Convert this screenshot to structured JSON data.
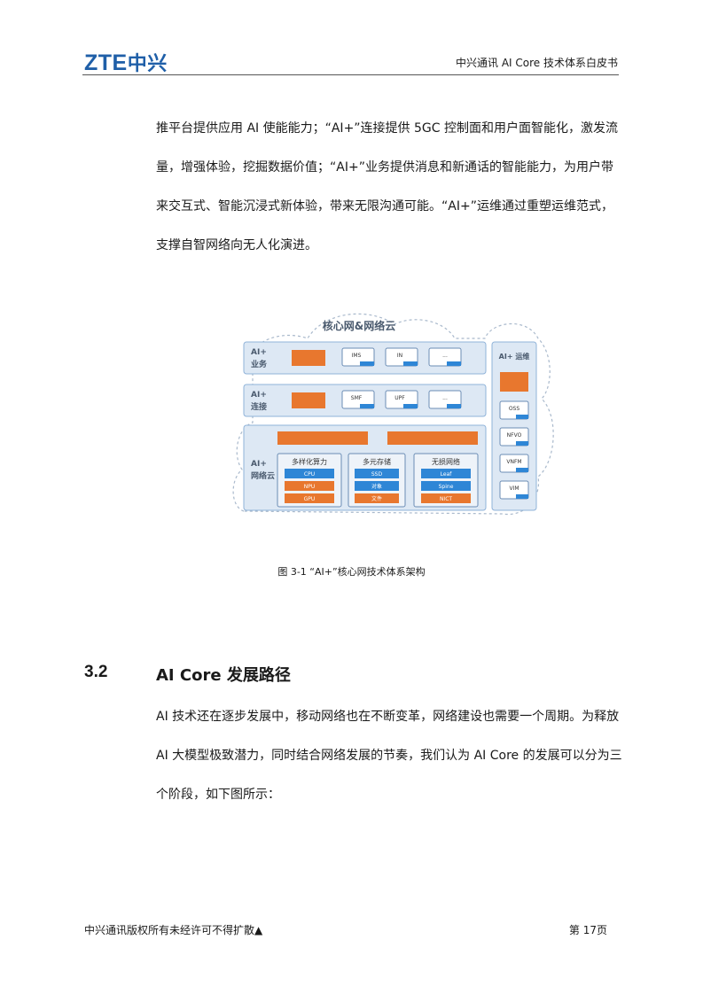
{
  "header": {
    "logo": "ZTE中兴",
    "logo_latin": "ZTE",
    "logo_cn": "中兴",
    "doc_title": "中兴通讯 AI Core 技术体系白皮书"
  },
  "intro": {
    "lines": [
      "推平台提供应用 AI 使能能力；“AI+”连接提供 5GC 控制面和用户面智能化，激发流",
      "量，增强体验，挖掘数据价值；“AI+”业务提供消息和新通话的智能能力，为用户带",
      "来交互式、智能沉浸式新体验，带来无限沟通可能。“AI+”运维通过重塑运维范式，",
      "支撑自智网络向无人化演进。"
    ]
  },
  "figure": {
    "caption": "图 3-1 “AI+”核心网技术体系架构",
    "cloud_title": "核心网&网络云",
    "rows": [
      {
        "label": [
          "AI+",
          "业务"
        ],
        "boxes": [
          "IMS",
          "IN",
          "..."
        ]
      },
      {
        "label": [
          "AI+",
          "连接"
        ],
        "boxes": [
          "SMF",
          "UPF",
          "..."
        ]
      }
    ],
    "cloud_row": {
      "label": [
        "AI+",
        "网络云"
      ],
      "groups": [
        {
          "title": "多样化算力",
          "items": [
            "CPU",
            "NPU",
            "GPU"
          ]
        },
        {
          "title": "多元存储",
          "items": [
            "SSD",
            "对象",
            "文件"
          ]
        },
        {
          "title": "无损网络",
          "items": [
            "Leaf",
            "Spine",
            "NICT"
          ]
        }
      ]
    },
    "ops": {
      "label": "AI+ 运维",
      "items": [
        "OSS",
        "NFVO",
        "VNFM",
        "VIM"
      ]
    },
    "colors": {
      "panel": "#dde8f4",
      "panel_border": "#8fb3d9",
      "orange": "#e8772e",
      "blue": "#2e86d6",
      "text": "#4a5a6e"
    }
  },
  "section": {
    "number": "3.2",
    "title": "AI Core 发展路径"
  },
  "section_body": {
    "lines": [
      "AI 技术还在逐步发展中，移动网络也在不断变革，网络建设也需要一个周期。为释放",
      "AI 大模型极致潜力，同时结合网络发展的节奏，我们认为 AI Core 的发展可以分为三",
      "个阶段，如下图所示："
    ]
  },
  "footer": {
    "copyright": "中兴通讯版权所有未经许可不得扩散▲",
    "page": "第 17页"
  }
}
